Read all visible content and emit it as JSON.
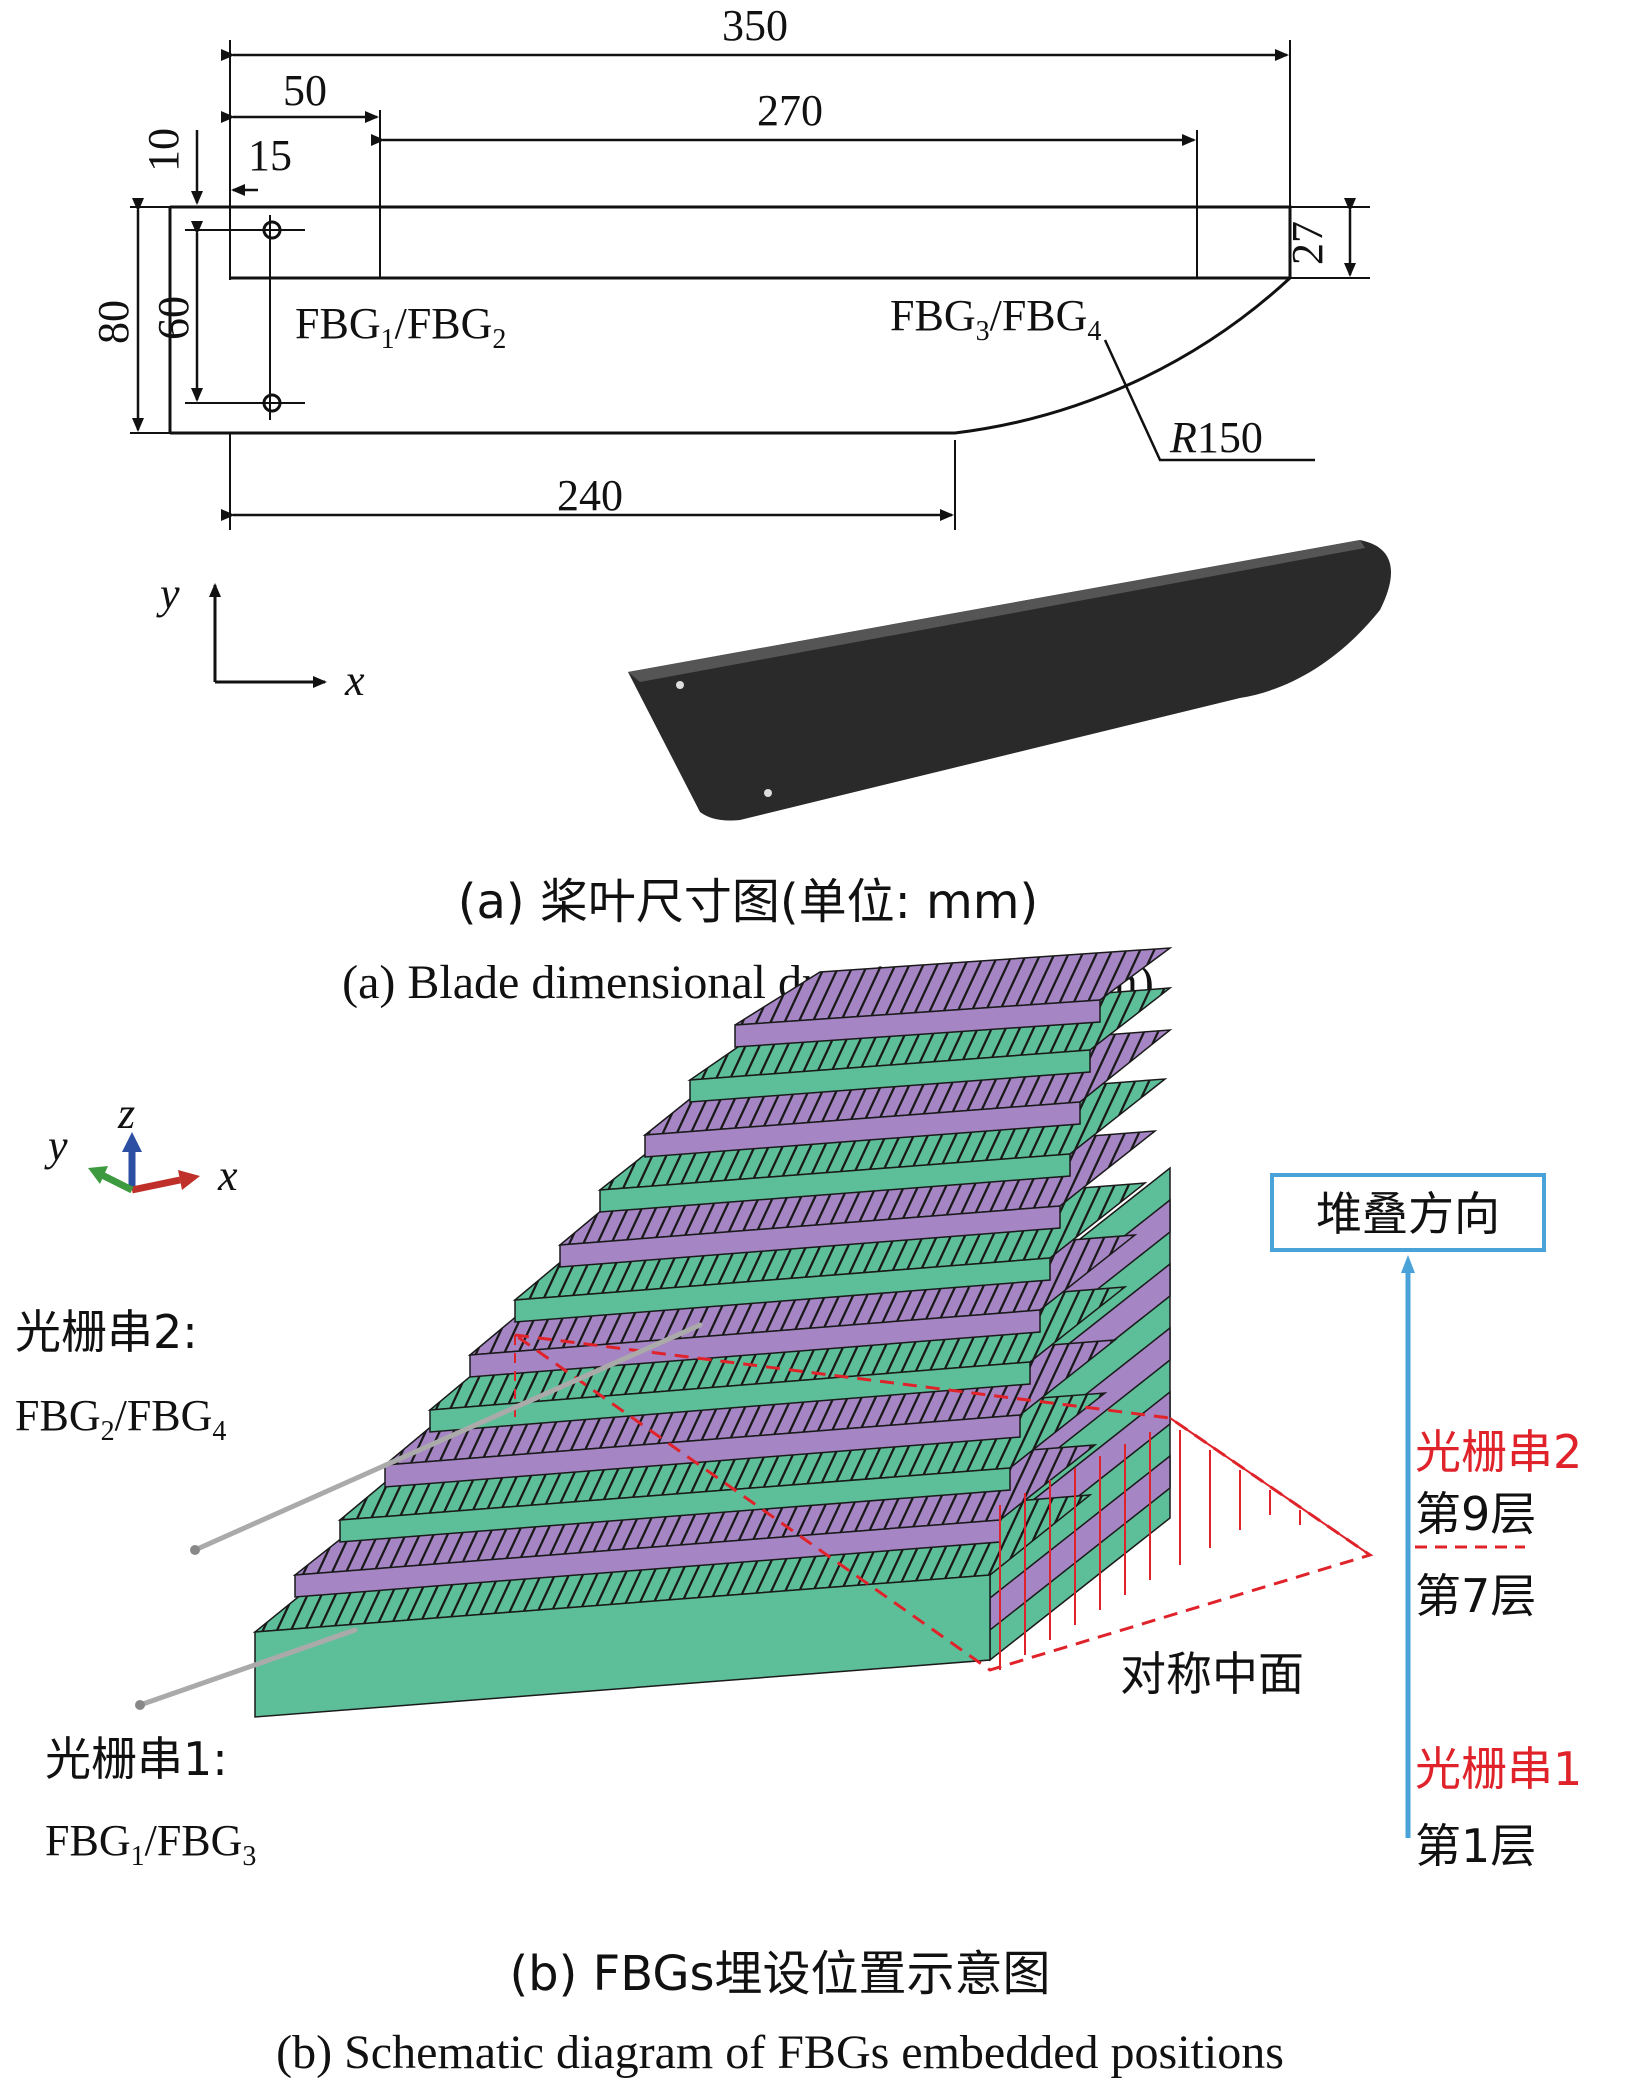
{
  "panel_a": {
    "dims": {
      "d350": "350",
      "d50": "50",
      "d270": "270",
      "d10": "10",
      "d15": "15",
      "d80": "80",
      "d60": "60",
      "d27": "27",
      "d240": "240",
      "radius_prefix": "R",
      "radius_value": "150"
    },
    "fbg12": {
      "a": "FBG",
      "a_sub": "1",
      "sep": "/FBG",
      "b_sub": "2"
    },
    "fbg34": {
      "a": "FBG",
      "a_sub": "3",
      "sep": "/FBG",
      "b_sub": "4"
    },
    "axis_x": "x",
    "axis_y": "y",
    "caption_cn": "(a)  桨叶尺寸图(单位: mm)",
    "caption_en": "(a)  Blade dimensional drawing (unit: mm)"
  },
  "panel_b": {
    "axis_x": "x",
    "axis_y": "y",
    "axis_z": "z",
    "string2_label": "光栅串2:",
    "string2_fbg": {
      "a": "FBG",
      "a_sub": "2",
      "sep": "/FBG",
      "b_sub": "4"
    },
    "string1_label": "光栅串1:",
    "string1_fbg": {
      "a": "FBG",
      "a_sub": "1",
      "sep": "/FBG",
      "b_sub": "3"
    },
    "stack_dir": "堆叠方向",
    "string2_red": "光栅串2",
    "layer9": "第9层",
    "layer7": "第7层",
    "string1_red": "光栅串1",
    "layer1": "第1层",
    "sym_plane": "对称中面",
    "caption_cn": "(b)  FBGs埋设位置示意图",
    "caption_en": "(b)  Schematic diagram of FBGs embedded positions"
  },
  "colors": {
    "green": "#5dbf99",
    "purple": "#a585c4",
    "red": "#e0232a",
    "blue": "#4aa3d8",
    "blade": "#222222"
  }
}
